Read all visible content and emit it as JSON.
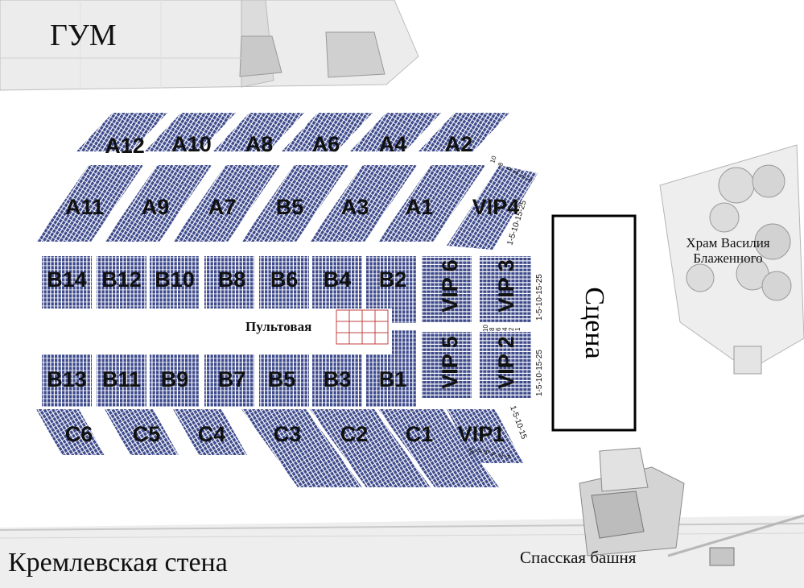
{
  "landmarks": {
    "gum": "ГУМ",
    "kremlin_wall": "Кремлевская стена",
    "spasskaya_tower": "Спасская башня",
    "st_basil": "Храм Василия Блаженного",
    "stage": "Сцена",
    "console": "Пультовая"
  },
  "sectors": {
    "a_top": [
      "A12",
      "A10",
      "A8",
      "A6",
      "A4",
      "A2"
    ],
    "a_bottom": [
      "A11",
      "A9",
      "A7",
      "B5",
      "A3",
      "A1",
      "VIP4"
    ],
    "b_upper": [
      "B14",
      "B12",
      "B10",
      "B8",
      "B6",
      "B4",
      "B2"
    ],
    "b_lower": [
      "B13",
      "B11",
      "B9",
      "B7",
      "B5",
      "B3",
      "B1"
    ],
    "c_row": [
      "C6",
      "C5",
      "C4",
      "C3",
      "C2",
      "C1",
      "VIP1"
    ],
    "vip_vertical": [
      "VIP 6",
      "VIP 3",
      "VIP 5",
      "VIP 2"
    ]
  },
  "row_markers": {
    "seq_a": "1-5-10-15-25",
    "seq_b": "1-5-10-15-25",
    "seq_c": "1-5-10-15-25",
    "seq_d": "1-5-10-15",
    "nums_desc": [
      "10",
      "8",
      "6",
      "4",
      "2",
      "1"
    ],
    "nums_c": [
      "10",
      "8",
      "6",
      "4",
      "3",
      "5"
    ]
  },
  "colors": {
    "seat": "#3d4a8c",
    "stand_text": "#111111",
    "console_grid": "#c04040",
    "building": "#d9d9d9"
  }
}
